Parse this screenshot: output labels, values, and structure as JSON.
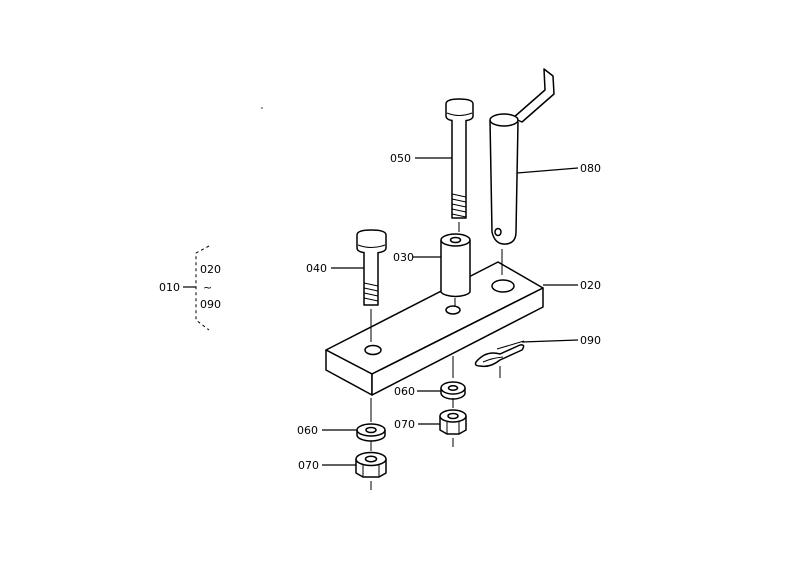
{
  "labels": {
    "assembly": "010",
    "range_from": "020",
    "range_tilde": "~",
    "range_to": "090",
    "plate": "020",
    "spacer": "030",
    "bolt_short": "040",
    "bolt_long": "050",
    "washer_left": "060",
    "washer_right": "060",
    "nut_left": "070",
    "nut_right": "070",
    "pin": "080",
    "clip": "090"
  }
}
